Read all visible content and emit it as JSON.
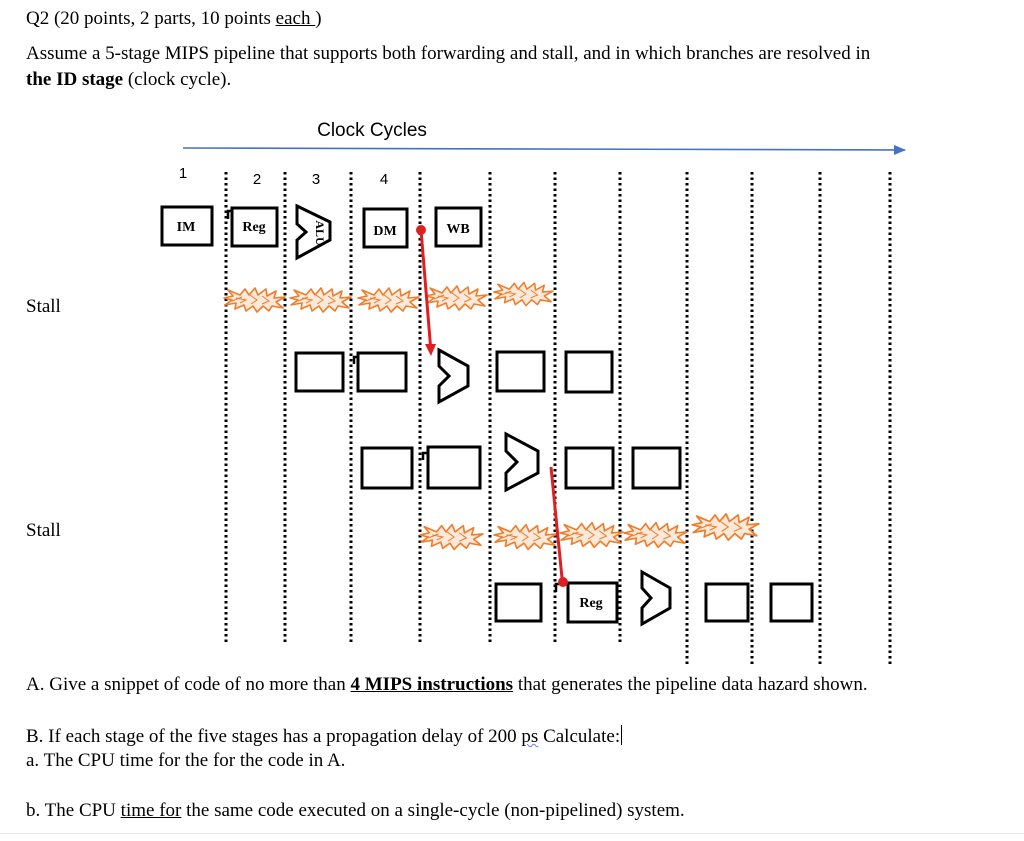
{
  "question": {
    "heading_prefix": "Q2 (20 points, 2 parts, 10 points ",
    "heading_each": "each ",
    "heading_suffix": ")",
    "line1": "Assume a 5-stage MIPS pipeline that supports both forwarding and stall, and in which branches are resolved in",
    "line2_bold": "the ID stage",
    "line2_rest": " (clock cycle)."
  },
  "diagram": {
    "axis_title": "Clock Cycles",
    "cycle_labels": [
      "1",
      "2",
      "3",
      "4"
    ],
    "stage_labels": {
      "im": "IM",
      "reg": "Reg",
      "alu": "ALU",
      "dm": "DM",
      "wb": "WB",
      "reg_row3": "Reg"
    },
    "row_labels": {
      "stall_1": "Stall",
      "stall_2": "Stall"
    },
    "colors": {
      "arrow": "#4472c4",
      "forward": "#e02020",
      "bubble_fill": "#fde9d9",
      "bubble_stroke": "#f07d2c"
    }
  },
  "part_a": {
    "prefix": "A. Give a snippet of code of no more than ",
    "emph": "4 MIPS instructions",
    "suffix": " that generates the pipeline data hazard shown."
  },
  "part_b": {
    "prefix": "B. If each stage of the five stages has a propagation delay of 200 ",
    "unit": "ps",
    "suffix": " Calculate:"
  },
  "sub_a": "a.  The CPU time for the for the code in A.",
  "sub_b": {
    "prefix": "b. The CPU ",
    "underlined": "time  for",
    "suffix": " the same code executed on a single-cycle (non-pipelined) system."
  }
}
